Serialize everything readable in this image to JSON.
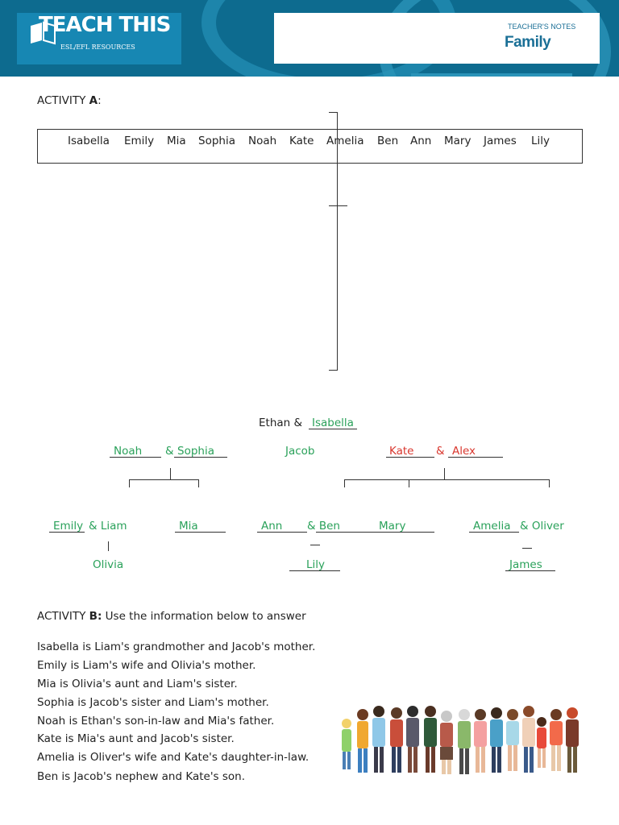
{
  "header": {
    "logo_text": "TEACH THIS",
    "logo_sub": "ESL/EFL RESOURCES",
    "notes_label": "TEACHER'S NOTES",
    "title": "Family"
  },
  "activity_a": {
    "label": "ACTIVITY ",
    "letter": "A",
    "suffix": ":",
    "names": [
      "Isabella",
      "Emily",
      "Mia",
      "Sophia",
      "Noah",
      "Kate",
      "Amelia",
      "Ben",
      "Ann",
      "Mary",
      "James",
      "Lily"
    ]
  },
  "tree": {
    "gen1": {
      "left": "Ethan &",
      "right": "Isabella"
    },
    "gen2": {
      "noah": "Noah",
      "amp1": "&",
      "sophia": "Sophia",
      "jacob": "Jacob",
      "kate": "Kate",
      "amp2": "&",
      "alex": "Alex"
    },
    "gen3": {
      "emily": "Emily",
      "liam": "& Liam",
      "mia": "Mia",
      "ann": "Ann",
      "ben": "& Ben",
      "mary": "Mary",
      "amelia": "Amelia",
      "oliver": "& Oliver"
    },
    "gen4": {
      "olivia": "Olivia",
      "lily": "Lily",
      "james": "James"
    }
  },
  "activity_b": {
    "label": "ACTIVITY ",
    "letter": "B:",
    "instruction": " Use the information below to answer",
    "sentences": [
      "Isabella is Liam's grandmother and Jacob's mother.",
      "Emily is Liam's wife and Olivia's mother.",
      "Mia is Olivia's aunt and Liam's sister.",
      "Sophia is Jacob's sister and Liam's mother.",
      "Noah is Ethan's son-in-law and Mia's father.",
      "Kate is Mia's aunt and Jacob's sister.",
      "Amelia is Oliver's wife and Kate's daughter-in-law.",
      "Ben is Jacob's nephew and Kate's son."
    ]
  },
  "colors": {
    "header": "#0d6b8f",
    "answer_green": "#2aa15a",
    "answer_red": "#d9372e",
    "title_blue": "#1a6f96"
  }
}
